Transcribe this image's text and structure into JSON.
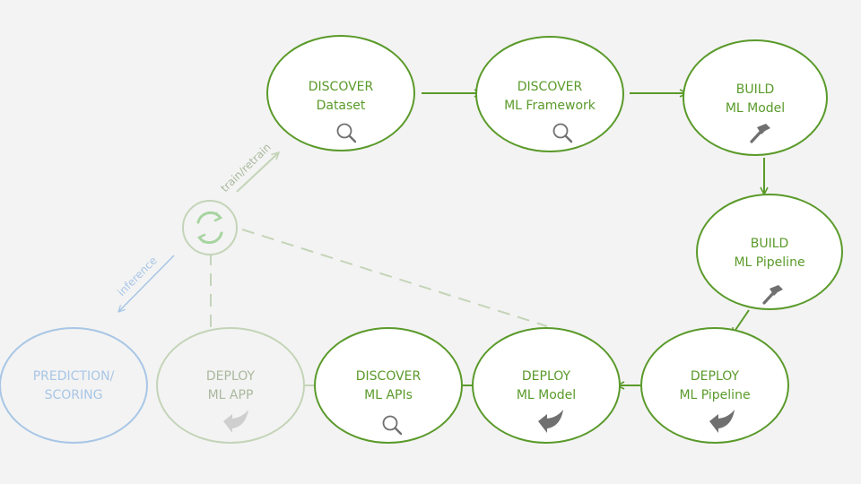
{
  "colors": {
    "background": "#f3f3f3",
    "active": "#5a9a2a",
    "faded": "#c4d4b8",
    "faded_text": "#aab89e",
    "inference": "#a8c6e6",
    "icon": "#707070"
  },
  "nodes": [
    {
      "id": "discover-dataset",
      "line1": "DISCOVER",
      "line2": "Dataset",
      "icon": "magnifier-icon"
    },
    {
      "id": "discover-ml-framework",
      "line1": "DISCOVER",
      "line2": "ML Framework",
      "icon": "magnifier-icon"
    },
    {
      "id": "build-ml-model",
      "line1": "BUILD",
      "line2": "ML Model",
      "icon": "hammer-icon"
    },
    {
      "id": "build-ml-pipeline",
      "line1": "BUILD",
      "line2": "ML Pipeline",
      "icon": "hammer-icon"
    },
    {
      "id": "deploy-ml-pipeline",
      "line1": "DEPLOY",
      "line2": "ML Pipeline",
      "icon": "deploy-arrow-icon"
    },
    {
      "id": "deploy-ml-model",
      "line1": "DEPLOY",
      "line2": "ML Model",
      "icon": "deploy-arrow-icon"
    },
    {
      "id": "discover-ml-apis",
      "line1": "DISCOVER",
      "line2": "ML APIs",
      "icon": "magnifier-icon"
    },
    {
      "id": "deploy-ml-app",
      "line1": "DEPLOY",
      "line2": "ML APP",
      "icon": "deploy-arrow-icon"
    },
    {
      "id": "prediction-scoring",
      "line1": "PREDICTION/",
      "line2": "SCORING",
      "icon": ""
    }
  ],
  "hub": {
    "icon": "refresh-cycle-icon"
  },
  "flow_labels": {
    "train": "train/retrain",
    "inference": "inference"
  }
}
